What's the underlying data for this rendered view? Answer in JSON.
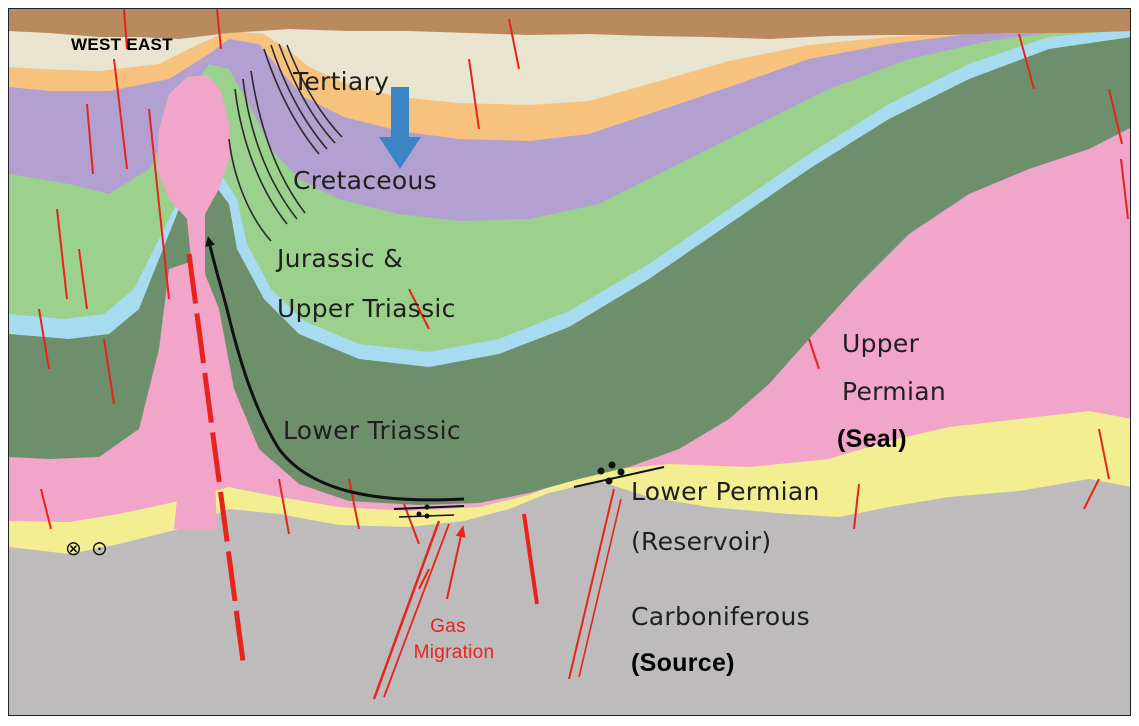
{
  "header": {
    "orientation": "WEST EAST"
  },
  "units": {
    "tertiary": "Tertiary",
    "cretaceous": "Cretaceous",
    "jurassic_line1": "Jurassic &",
    "jurassic_line2": "Upper Triassic",
    "lower_triassic": "Lower Triassic",
    "upper_permian_line1": "Upper",
    "upper_permian_line2": "Permian",
    "upper_permian_role": "(Seal)",
    "lower_permian_line1": "Lower Permian",
    "lower_permian_line2": "(Reservoir)",
    "carboniferous": "Carboniferous",
    "carboniferous_role": "(Source)"
  },
  "annotation": {
    "gas_line1": "Gas",
    "gas_line2": "Migration"
  },
  "symbols": {
    "into_page": "⊗",
    "out_of_page": "⊙"
  },
  "colors": {
    "surface": "#b88a5e",
    "tertiary_top": "#e9e4cf",
    "tertiary_orange": "#f7c27d",
    "cretaceous": "#b1a0d0",
    "jurassic": "#9bd18c",
    "blue_band": "#a7dcf0",
    "lower_triassic": "#6e8f6c",
    "upper_permian": "#f0a5c9",
    "lower_permian": "#f3ee92",
    "carboniferous": "#bdbbbc",
    "fault": "#e8231c",
    "arrow_blue": "#3d86c6"
  }
}
